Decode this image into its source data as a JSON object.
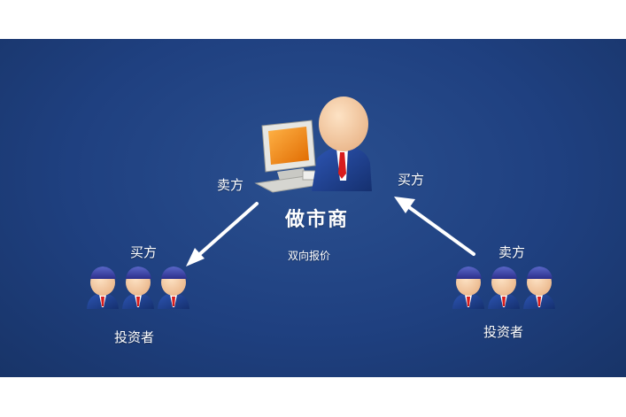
{
  "colors": {
    "background": "#1f4080",
    "arrow": "#ffffff",
    "skin": "#f6cfa8",
    "suit": "#1d3b8a",
    "tie": "#d81c1c",
    "monitor": "#d8d8d4",
    "screen": "#f08a1a"
  },
  "center": {
    "title": "做市商",
    "subtitle": "双向报价",
    "icons": [
      "computer-icon",
      "person-icon"
    ]
  },
  "left": {
    "arrow_label": "卖方",
    "group_label": "买方",
    "investor_label": "投资者"
  },
  "right": {
    "arrow_label": "买方",
    "group_label": "卖方",
    "investor_label": "投资者"
  }
}
